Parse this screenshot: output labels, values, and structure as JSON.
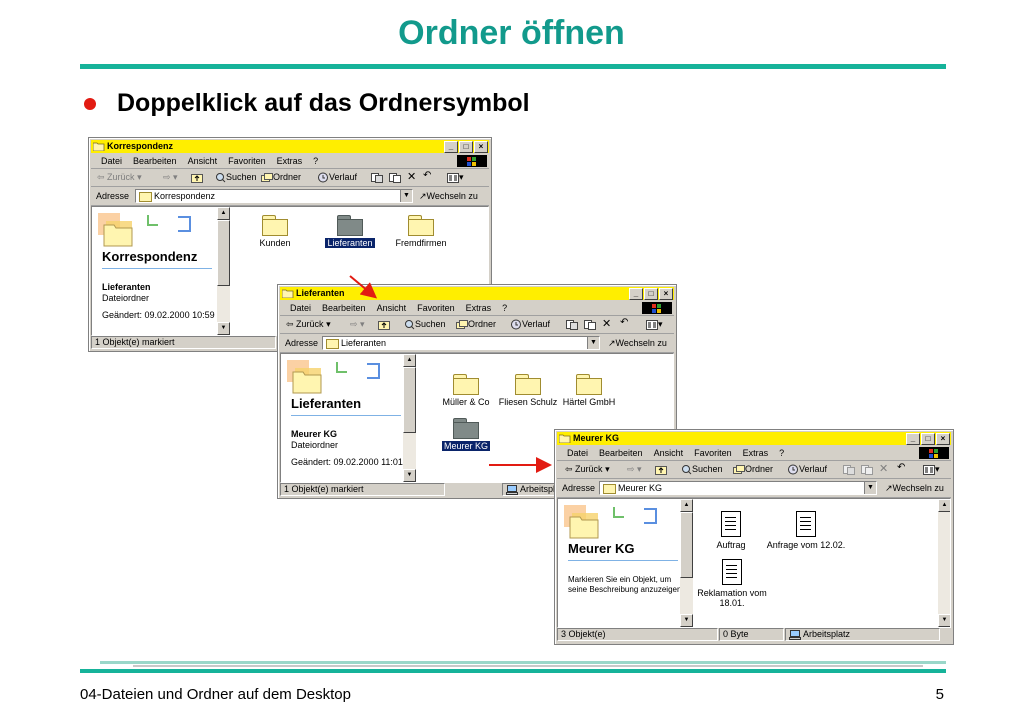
{
  "slide": {
    "title": "Ordner öffnen",
    "bullet": "Doppelklick auf das Ordnersymbol",
    "footer_left": "04-Dateien und Ordner auf dem Desktop",
    "page_number": "5"
  },
  "common": {
    "menu": [
      "Datei",
      "Bearbeiten",
      "Ansicht",
      "Favoriten",
      "Extras",
      "?"
    ],
    "toolbar": {
      "back": "Zurück",
      "search": "Suchen",
      "folders": "Ordner",
      "history": "Verlauf"
    },
    "address_label": "Adresse",
    "go_label": "Wechseln zu",
    "minimize": "_",
    "maximize": "□",
    "close": "×"
  },
  "window1": {
    "title": "Korrespondenz",
    "address": "Korrespondenz",
    "panel_title": "Korrespondenz",
    "sel_name": "Lieferanten",
    "sel_type": "Dateiordner",
    "sel_date": "Geändert: 09.02.2000 10:59",
    "items": [
      "Kunden",
      "Lieferanten",
      "Fremdfirmen"
    ],
    "status": "1 Objekt(e) markiert"
  },
  "window2": {
    "title": "Lieferanten",
    "address": "Lieferanten",
    "panel_title": "Lieferanten",
    "sel_name": "Meurer KG",
    "sel_type": "Dateiordner",
    "sel_date": "Geändert: 09.02.2000 11:01",
    "items": [
      "Müller & Co",
      "Fliesen Schulz",
      "Härtel GmbH",
      "Meurer KG"
    ],
    "status": "1 Objekt(e) markiert",
    "status_location": "Arbeitsplatz"
  },
  "window3": {
    "title": "Meurer KG",
    "address": "Meurer KG",
    "panel_title": "Meurer KG",
    "hint": "Markieren Sie ein Objekt, um seine Beschreibung anzuzeigen.",
    "items": [
      "Auftrag",
      "Anfrage vom 12.02.",
      "Reklamation vom 18.01."
    ],
    "status_count": "3 Objekt(e)",
    "status_size": "0 Byte",
    "status_location": "Arbeitsplatz"
  },
  "colors": {
    "title": "#129a8c",
    "rule": "#16b39a",
    "bullet": "#e21b12",
    "titlebar": "#ffee00",
    "selection": "#0a246a",
    "folder": "#fff5b0",
    "folder_selected": "#808a88"
  }
}
